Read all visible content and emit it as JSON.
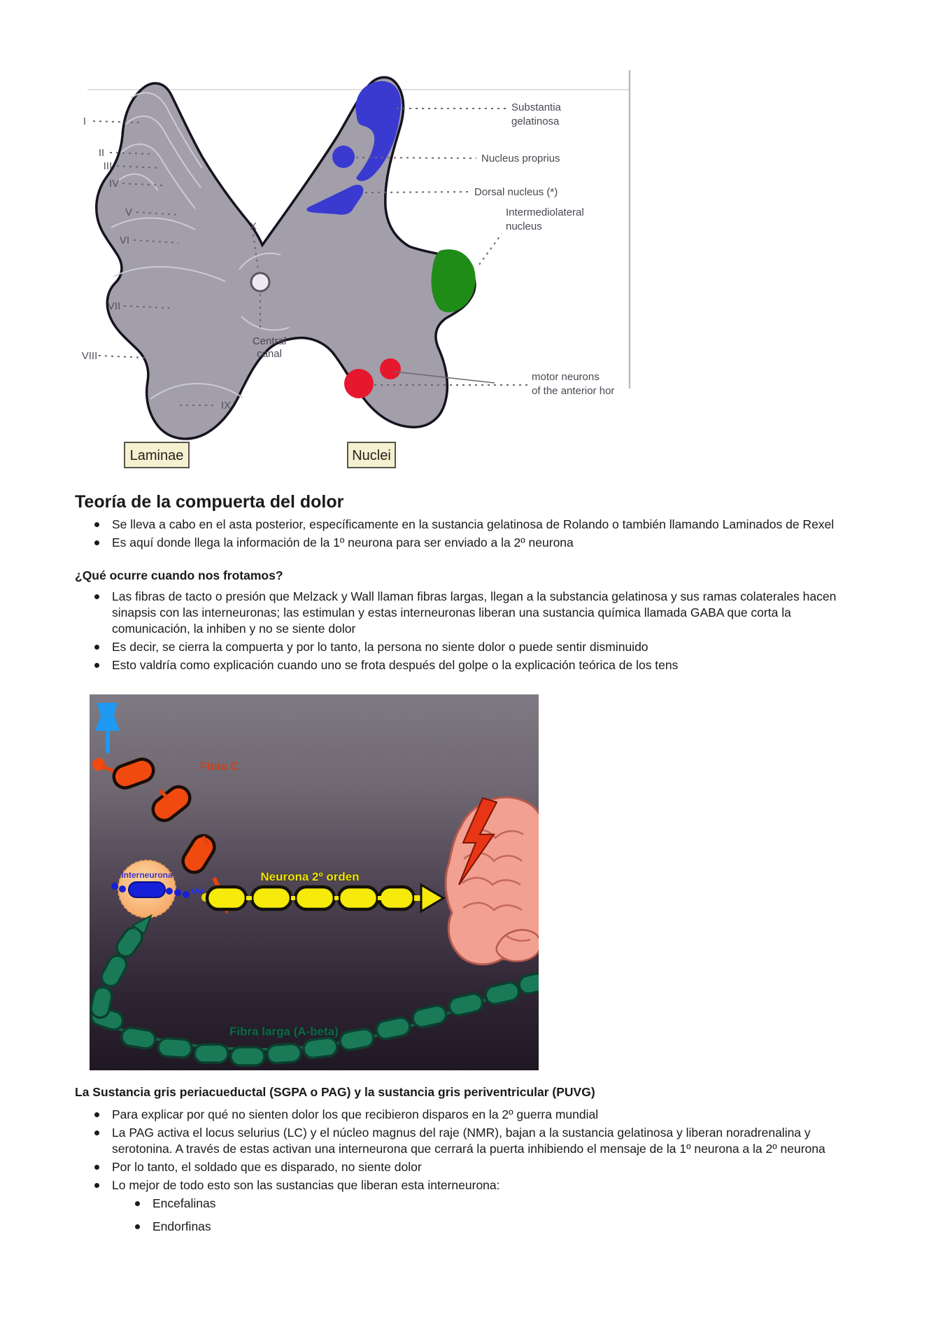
{
  "figure1": {
    "laminae": [
      "I",
      "II",
      "III",
      "IV",
      "V",
      "VI",
      "VII",
      "VIII",
      "IX"
    ],
    "lamina_x": "X",
    "central_canal_1": "Central",
    "central_canal_2": "canal",
    "labels": {
      "substantia_1": "Substantia",
      "substantia_2": "gelatinosa",
      "nucleus_proprius": "Nucleus proprius",
      "dorsal_nucleus": "Dorsal nucleus (*)",
      "intermediolateral_1": "Intermediolateral",
      "intermediolateral_2": "nucleus",
      "motor_1": "motor neurons",
      "motor_2": "of the anterior hor"
    },
    "caption_laminae": "Laminae",
    "caption_nuclei": "Nuclei",
    "colors": {
      "gray_matter": "#a29fab",
      "outline": "#16121f",
      "blue_nuclei": "#3a3ad0",
      "green_nucleus": "#1f8c17",
      "red_motor": "#e6182e",
      "caption_bg": "#f5f0d0"
    }
  },
  "section1": {
    "title": "Teoría de la compuerta del dolor",
    "bullets": [
      "Se lleva a cabo en el asta posterior, específicamente en la sustancia gelatinosa de Rolando o también llamando Laminados de Rexel",
      "Es aquí donde llega la información de la 1º neurona para ser enviado a la 2º neurona"
    ]
  },
  "section2": {
    "title": "¿Qué ocurre cuando nos frotamos?",
    "bullets": [
      "Las fibras de tacto o presión que Melzack y Wall llaman fibras largas, llegan a la substancia gelatinosa y sus ramas colaterales hacen sinapsis con las interneuronas; las estimulan y estas interneuronas liberan una sustancia química llamada GABA que corta la comunicación, la inhiben y no se siente dolor",
      "Es decir, se cierra la compuerta y por lo tanto, la persona no siente dolor o puede sentir disminuido",
      "Esto valdría como explicación cuando uno se frota después del golpe o la explicación teórica de los tens"
    ]
  },
  "figure2": {
    "labels": {
      "fibra_c": "Fibra C",
      "interneurona": "Interneurona",
      "neurona_segundo_orden": "Neurona 2º orden",
      "fibra_larga": "Fibra larga (A-beta)"
    },
    "colors": {
      "pin_blue": "#1f99f2",
      "fibra_c_red": "#f04a10",
      "interneuron_fill": "#f8b273",
      "interneuron_text": "#3d35c8",
      "neurona2_yellow": "#f6ea0a",
      "fibra_larga_teal": "#1a7a58",
      "brain_pink": "#f2a091",
      "bolt_red": "#e83515"
    }
  },
  "section3": {
    "title": "La Sustancia gris periacueductal (SGPA o PAG) y la sustancia gris periventricular (PUVG)",
    "bullets": [
      "Para explicar por qué no sienten dolor los que recibieron disparos en la 2º guerra mundial",
      "La PAG activa el locus selurius (LC) y el núcleo magnus del raje (NMR), bajan a la sustancia gelatinosa y liberan noradrenalina y serotonina. A través de estas activan una interneurona que cerrará la puerta inhibiendo el mensaje de la 1º neurona a la 2º neurona",
      "Por lo tanto, el soldado que es disparado, no siente dolor",
      "Lo mejor de todo esto son las sustancias que liberan esta interneurona:"
    ],
    "sub_bullets": [
      "Encefalinas",
      "Endorfinas"
    ]
  }
}
